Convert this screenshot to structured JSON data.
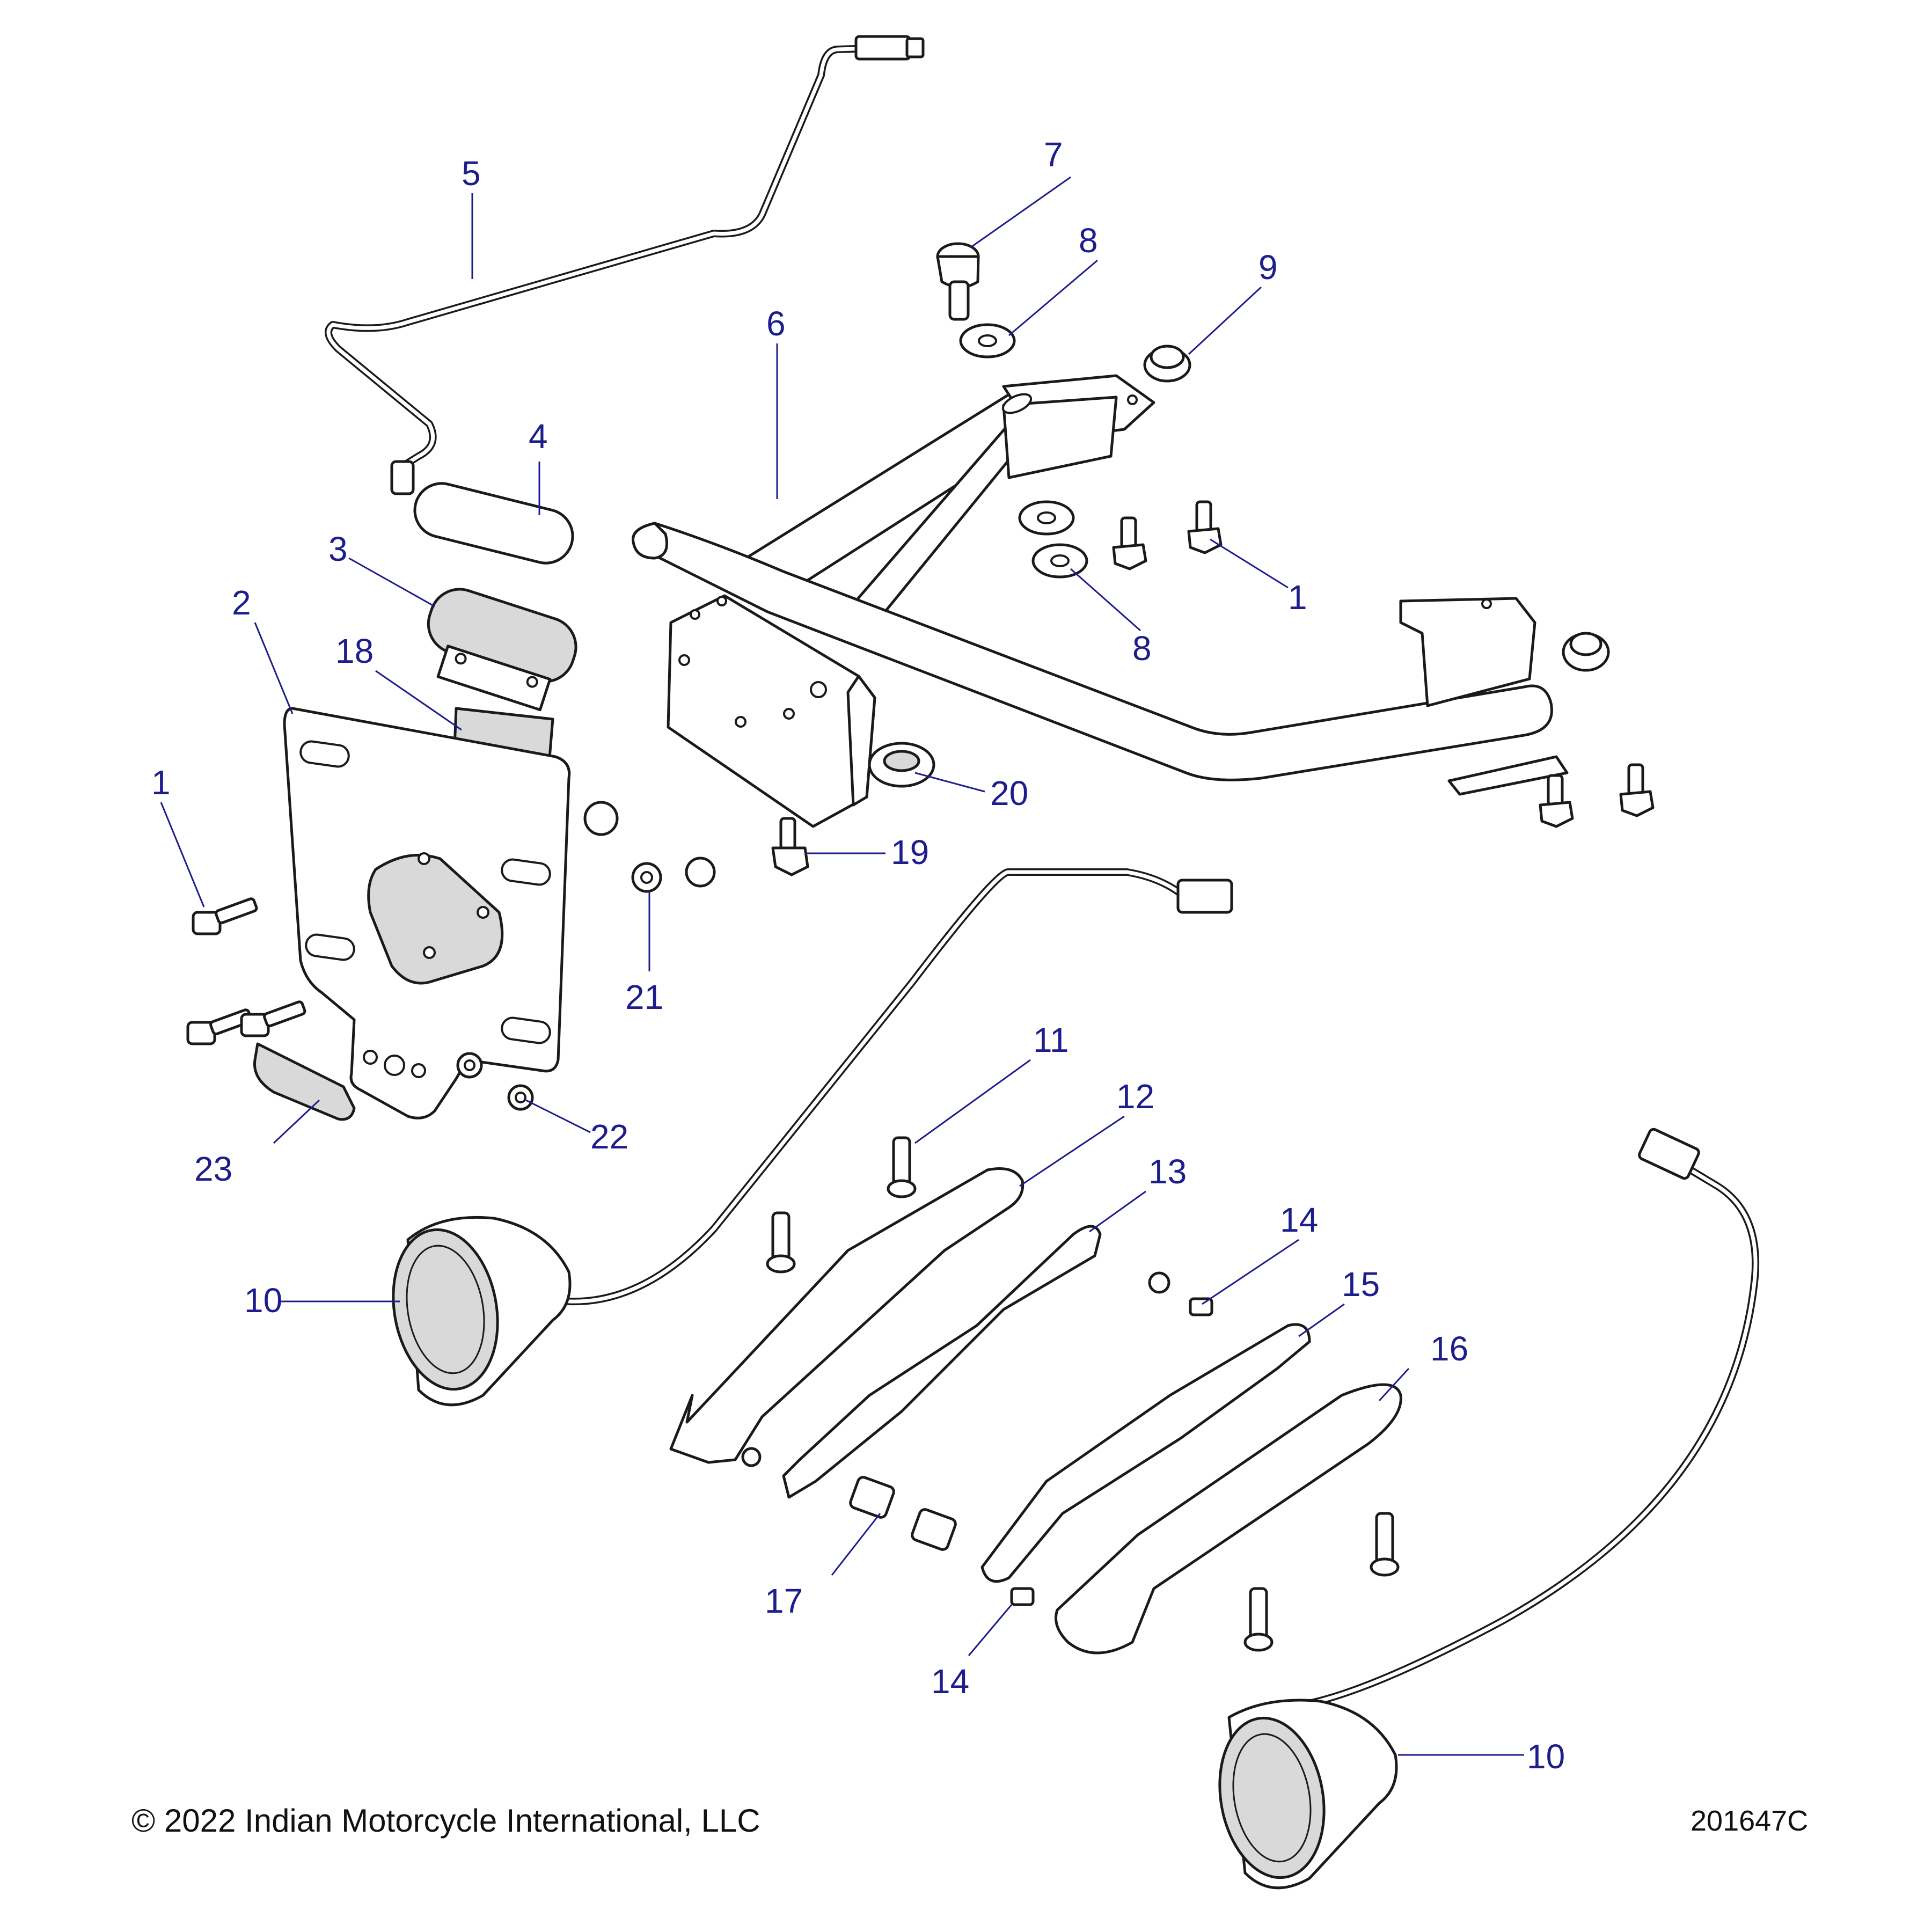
{
  "footer": {
    "copyright": "© 2022 Indian Motorcycle International, LLC",
    "drawing_number": "201647C"
  },
  "colors": {
    "callout": "#1d1d8c",
    "line": "#1a1a1a"
  },
  "callouts": [
    "1",
    "2",
    "3",
    "4",
    "5",
    "6",
    "7",
    "8",
    "8",
    "9",
    "18",
    "1",
    "21",
    "19",
    "20",
    "10",
    "11",
    "12",
    "13",
    "14",
    "15",
    "16",
    "14",
    "17",
    "22",
    "23",
    "10"
  ]
}
